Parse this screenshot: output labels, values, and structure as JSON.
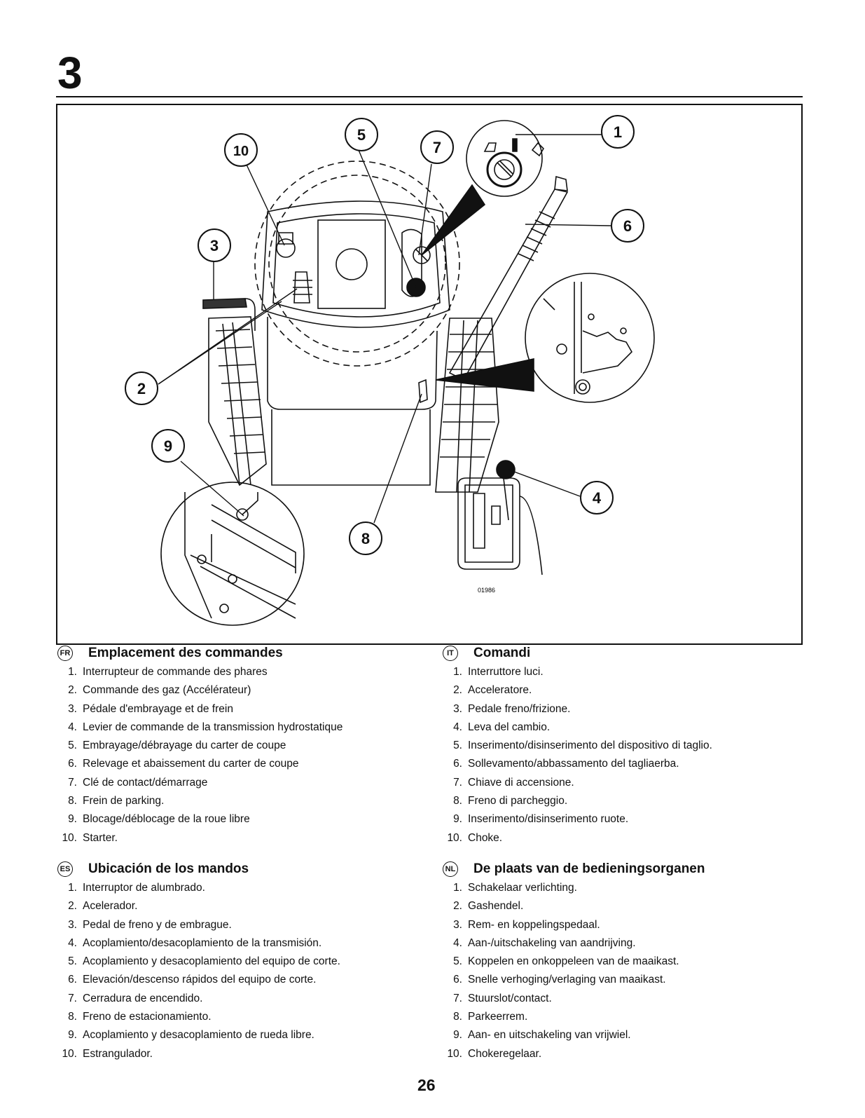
{
  "header": {
    "figure_number": "3"
  },
  "figure": {
    "callouts": [
      "1",
      "2",
      "3",
      "4",
      "5",
      "6",
      "7",
      "8",
      "9",
      "10"
    ],
    "image_code": "01986"
  },
  "sections": {
    "fr": {
      "lang": "FR",
      "title": "Emplacement des commandes",
      "items": [
        "Interrupteur de commande des phares",
        "Commande des gaz (Accélérateur)",
        "Pédale d'embrayage et de frein",
        "Levier de commande de la transmission hydrostatique",
        "Embrayage/débrayage du carter de coupe",
        "Relevage et abaissement du carter de coupe",
        "Clé de contact/démarrage",
        "Frein de parking.",
        "Blocage/déblocage de la roue libre",
        "Starter."
      ]
    },
    "it": {
      "lang": "IT",
      "title": "Comandi",
      "items": [
        "Interruttore luci.",
        "Acceleratore.",
        "Pedale freno/frizione.",
        "Leva del cambio.",
        "Inserimento/disinserimento del dispositivo di taglio.",
        "Sollevamento/abbassamento del tagliaerba.",
        "Chiave di accensione.",
        "Freno di parcheggio.",
        "Inserimento/disinserimento ruote.",
        "Choke."
      ]
    },
    "es": {
      "lang": "ES",
      "title": "Ubicación de los mandos",
      "items": [
        "Interruptor de alumbrado.",
        "Acelerador.",
        "Pedal de freno y de embrague.",
        "Acoplamiento/desacoplamiento de la transmisión.",
        "Acoplamiento y desacoplamiento del equipo de corte.",
        "Elevación/descenso rápidos del equipo de corte.",
        "Cerradura de encendido.",
        "Freno de estacionamiento.",
        "Acoplamiento y desacoplamiento de rueda libre.",
        "Estrangulador."
      ]
    },
    "nl": {
      "lang": "NL",
      "title": "De plaats van de bedieningsorganen",
      "items": [
        "Schakelaar verlichting.",
        "Gashendel.",
        "Rem- en koppelingspedaal.",
        "Aan-/uitschakeling van aandrijving.",
        "Koppelen en onkoppeleen van de maaikast.",
        "Snelle verhoging/verlaging van maaikast.",
        "Stuurslot/contact.",
        "Parkeerrem.",
        "Aan- en uitschakeling van vrijwiel.",
        "Chokeregelaar."
      ]
    }
  },
  "footer": {
    "page_number": "26"
  }
}
